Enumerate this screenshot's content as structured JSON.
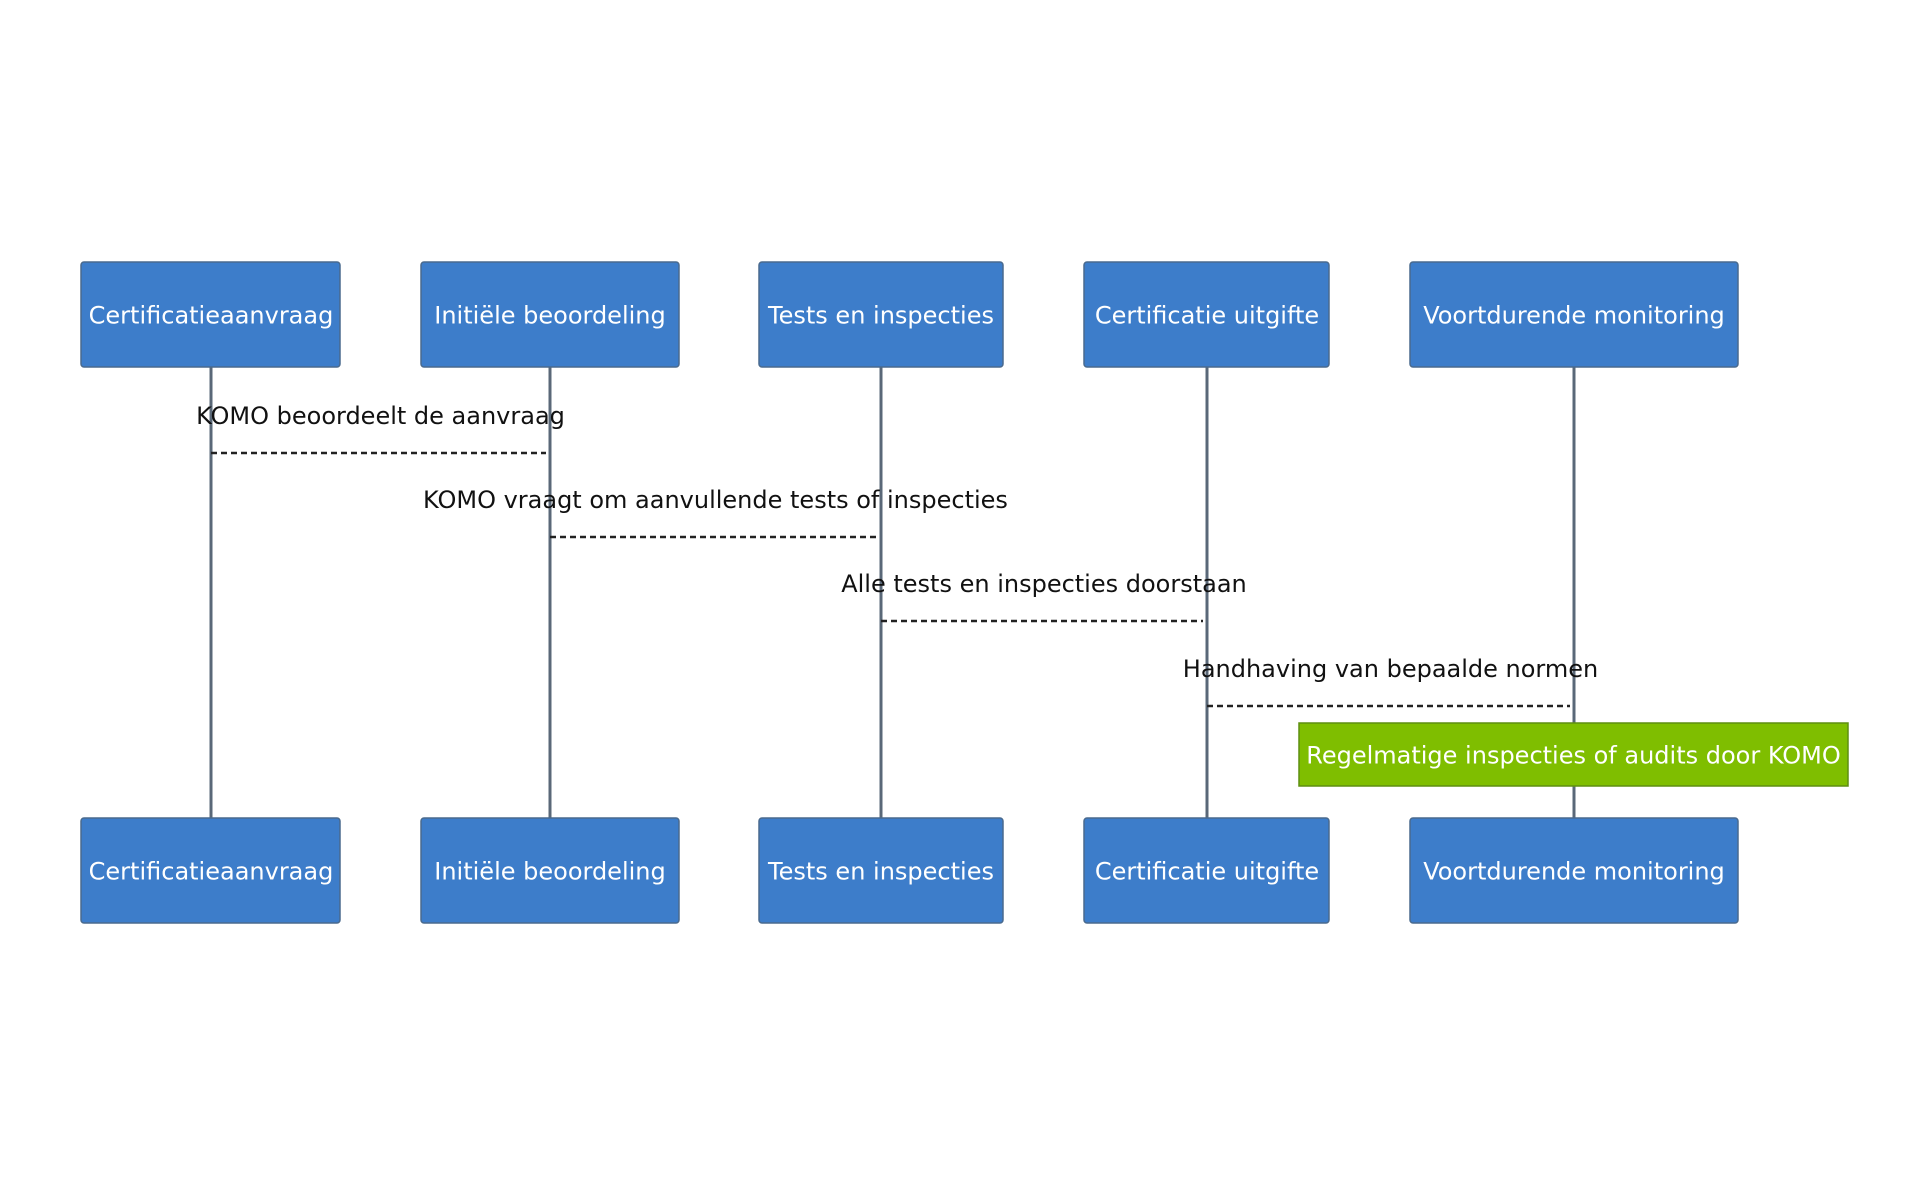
{
  "participants": [
    {
      "label": "Certificatieaanvraag"
    },
    {
      "label": "Initiële beoordeling"
    },
    {
      "label": "Tests en inspecties"
    },
    {
      "label": "Certificatie uitgifte"
    },
    {
      "label": "Voortdurende monitoring"
    }
  ],
  "messages": [
    {
      "from": 0,
      "to": 1,
      "text": "KOMO beoordeelt de aanvraag"
    },
    {
      "from": 1,
      "to": 2,
      "text": "KOMO vraagt om aanvullende tests of inspecties"
    },
    {
      "from": 2,
      "to": 3,
      "text": "Alle tests en inspecties doorstaan"
    },
    {
      "from": 3,
      "to": 4,
      "text": "Handhaving van bepaalde normen"
    }
  ],
  "note": {
    "over": 4,
    "text": "Regelmatige inspecties of audits door KOMO"
  },
  "colors": {
    "participant_fill": "#3d7dca",
    "note_fill": "#7fbe00"
  }
}
